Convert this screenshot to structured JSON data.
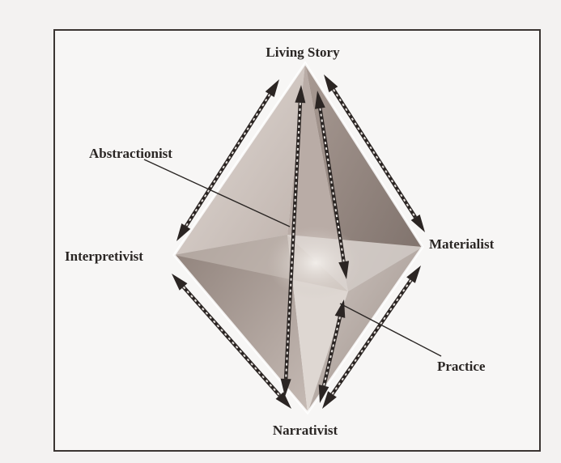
{
  "diagram": {
    "labels": {
      "top": "Living Story",
      "left": "Interpretivist",
      "right": "Materialist",
      "bottom": "Narrativist",
      "inner_upper": "Abstractionist",
      "inner_lower": "Practice"
    },
    "colors": {
      "background": "#f3f2f1",
      "frame": "#3a3532",
      "face_light": "#d2cac5",
      "face_mid": "#b4a8a2",
      "face_dark": "#8a7d76",
      "arrow": "#2b2523"
    },
    "icons": [
      "double-headed-arrow-icon"
    ]
  }
}
